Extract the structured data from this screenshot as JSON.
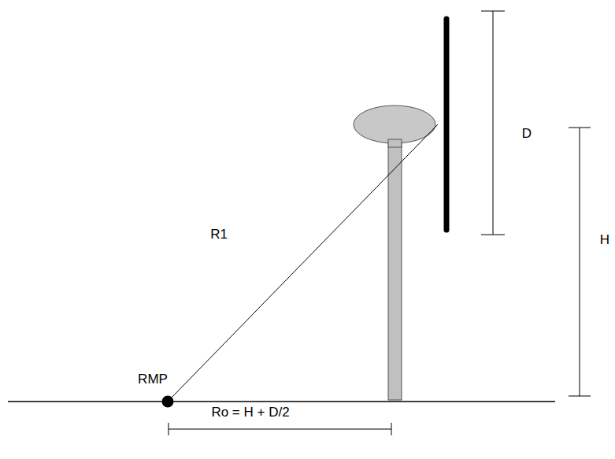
{
  "diagram": {
    "labels": [
      "D",
      "H",
      "R1",
      "RMP",
      "Ro = H + D/2"
    ]
  }
}
